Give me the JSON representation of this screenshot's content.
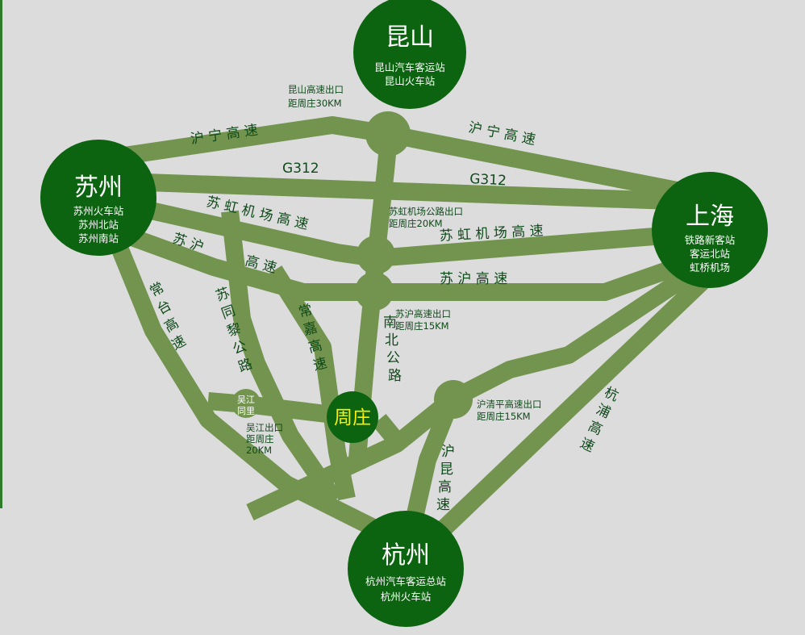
{
  "colors": {
    "background": "#dcdcdc",
    "road": "#72944f",
    "city_fill": "#0c6410",
    "city_text": "#ffffff",
    "hub_text": "#ffee00",
    "label_text": "#0f4a1a",
    "left_edge": "#2f7d2a"
  },
  "cities": {
    "kunshan": {
      "name": "昆山",
      "stations": [
        "昆山汽车客运站",
        "昆山火车站"
      ]
    },
    "suzhou": {
      "name": "苏州",
      "stations": [
        "苏州火车站",
        "苏州北站",
        "苏州南站"
      ]
    },
    "shanghai": {
      "name": "上海",
      "stations": [
        "铁路新客站",
        "客运北站",
        "虹桥机场"
      ]
    },
    "hangzhou": {
      "name": "杭州",
      "stations": [
        "杭州汽车客运总站",
        "杭州火车站"
      ]
    }
  },
  "hub": {
    "name": "周庄"
  },
  "wujiang_node": {
    "lines": [
      "吴江",
      "同里"
    ]
  },
  "roads": {
    "huning_left": "沪 宁 高 速",
    "huning_right": "沪 宁 高 速",
    "g312_left": "G312",
    "g312_right": "G312",
    "suhong_left": "苏 虹 机 场 高 速",
    "suhong_right": "苏 虹 机 场 高 速",
    "suhu_a": "苏 沪",
    "suhu_b": "高 速",
    "suhu_right": "苏 沪 高 速",
    "changtai": "常台高速",
    "sutongli": "苏同黎公路",
    "changjia": "常嘉高速",
    "nanbei": "南北公路",
    "hukun": "沪昆高速",
    "hangpu": "杭浦高速"
  },
  "notes": {
    "kunshan_exit": [
      "昆山高速出口",
      "距周庄30KM"
    ],
    "suhong_exit": [
      "苏虹机场公路出口",
      "距周庄20KM"
    ],
    "suhu_exit": [
      "苏沪高速出口",
      "距周庄15KM"
    ],
    "wujiang_exit": [
      "吴江出口",
      "距周庄",
      "20KM"
    ],
    "huqingping_exit": [
      "沪清平高速出口",
      "距周庄15KM"
    ]
  }
}
